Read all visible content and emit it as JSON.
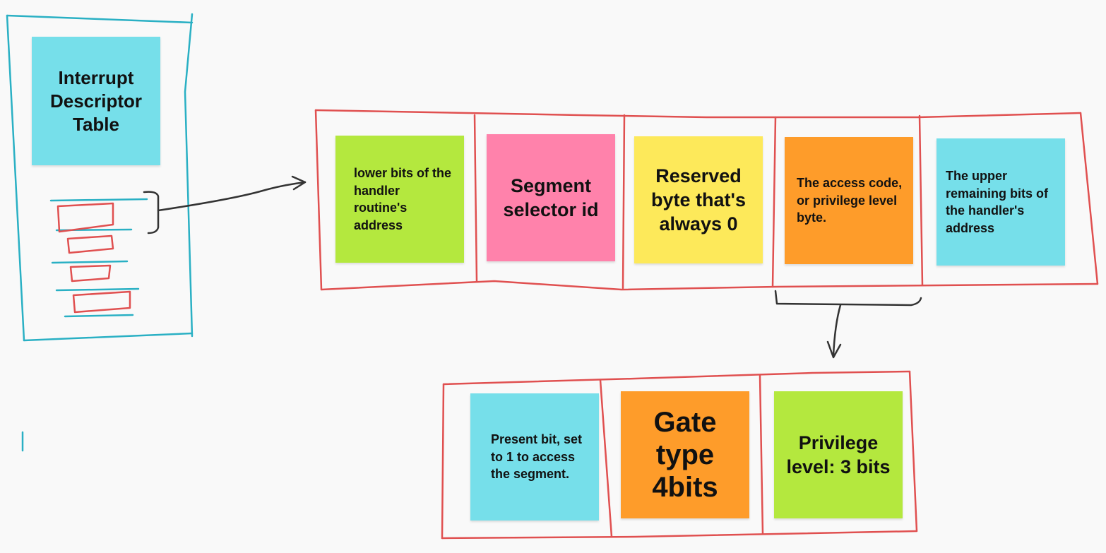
{
  "colors": {
    "cyan": "#76dfea",
    "green": "#b4e83e",
    "pink": "#ff82ab",
    "yellow": "#fde95a",
    "orange": "#fe9c2a",
    "marker_red": "#e05050",
    "marker_teal": "#2ab0c4",
    "marker_dark": "#333333"
  },
  "idt": {
    "title": "Interrupt Descriptor Table"
  },
  "descriptor": {
    "fields": [
      {
        "text": "lower bits of the handler routine's address",
        "color": "green"
      },
      {
        "text": "Segment selector id",
        "color": "pink"
      },
      {
        "text": "Reserved byte that's always 0",
        "color": "yellow"
      },
      {
        "text": "The access code, or privilege level byte.",
        "color": "orange"
      },
      {
        "text": "The upper remaining bits of the handler's address",
        "color": "cyan"
      }
    ]
  },
  "access_byte": {
    "fields": [
      {
        "text": "Present bit, set to 1 to access the segment.",
        "color": "cyan"
      },
      {
        "text": "Gate type 4bits",
        "color": "orange"
      },
      {
        "text": "Privilege level: 3 bits",
        "color": "green"
      }
    ]
  }
}
